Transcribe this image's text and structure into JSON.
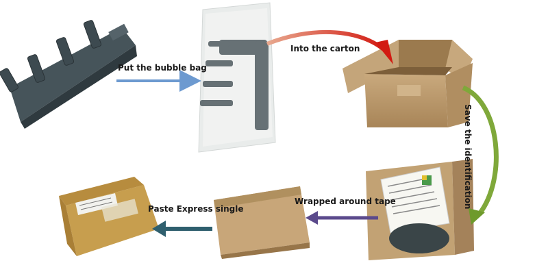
{
  "steps": {
    "put_bubble_bag": "Put the bubble bag",
    "into_carton": "Into the carton",
    "save_identification": "Save the identification",
    "wrapped_tape": "Wrapped around tape",
    "paste_express": "Paste Express single"
  },
  "colors": {
    "arrow_bubble": "#6d9ad0",
    "arrow_carton": "#e3211c",
    "arrow_save": "#7fa83a",
    "arrow_wrapped": "#5b4a8c",
    "arrow_paste": "#2f5f6e",
    "cardboard": "#b8976a",
    "coil": "#3d4a50"
  }
}
